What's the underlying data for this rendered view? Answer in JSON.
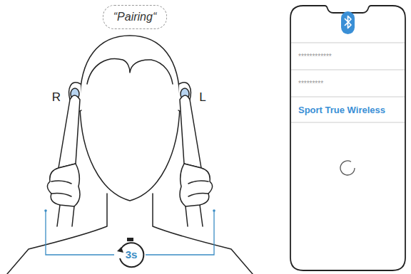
{
  "diagram": {
    "nodes": [
      {
        "text": [
          "“Pairing“"
        ]
      },
      {
        "text": [
          "3s"
        ]
      }
    ],
    "labels": [
      "R",
      "L",
      "************",
      "*********",
      "Sport True Wireless"
    ]
  }
}
